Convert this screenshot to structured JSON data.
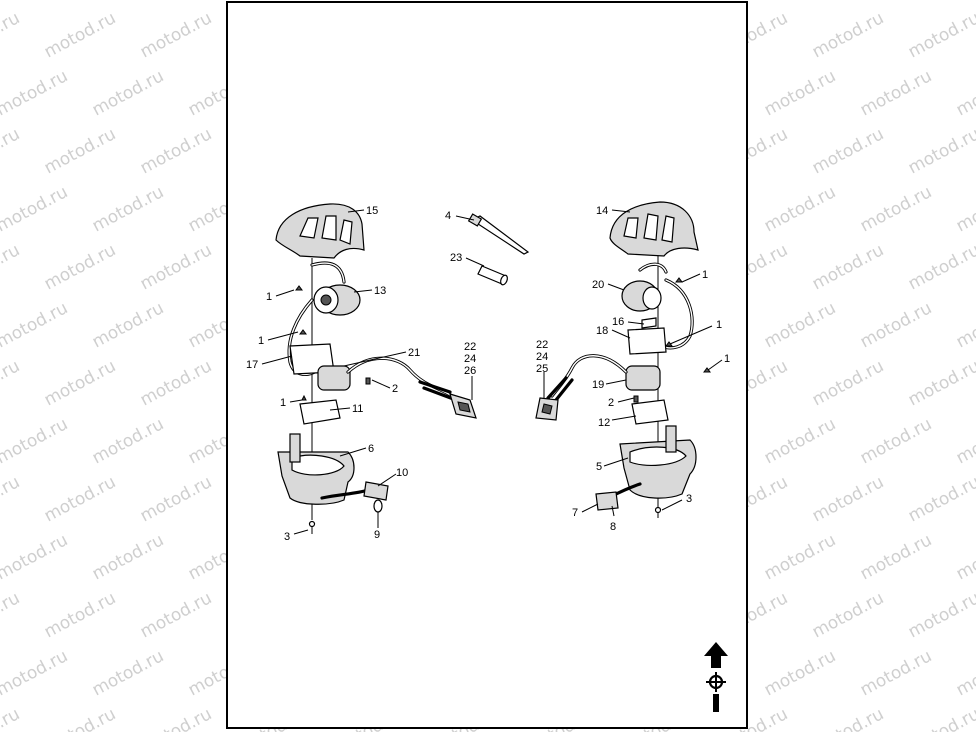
{
  "watermark": {
    "text": "motod.ru"
  },
  "left_assembly": {
    "callouts": [
      "15",
      "13",
      "1",
      "1",
      "17",
      "21",
      "2",
      "1",
      "11",
      "6",
      "10",
      "3",
      "9",
      "22",
      "24",
      "26"
    ]
  },
  "right_assembly": {
    "callouts": [
      "14",
      "1",
      "20",
      "16",
      "1",
      "18",
      "19",
      "1",
      "2",
      "12",
      "5",
      "3",
      "7",
      "8",
      "22",
      "24",
      "25"
    ]
  },
  "center_parts": {
    "callouts": [
      "4",
      "23"
    ]
  },
  "orientation_icon": {
    "icon": "front-arrow-icon"
  }
}
